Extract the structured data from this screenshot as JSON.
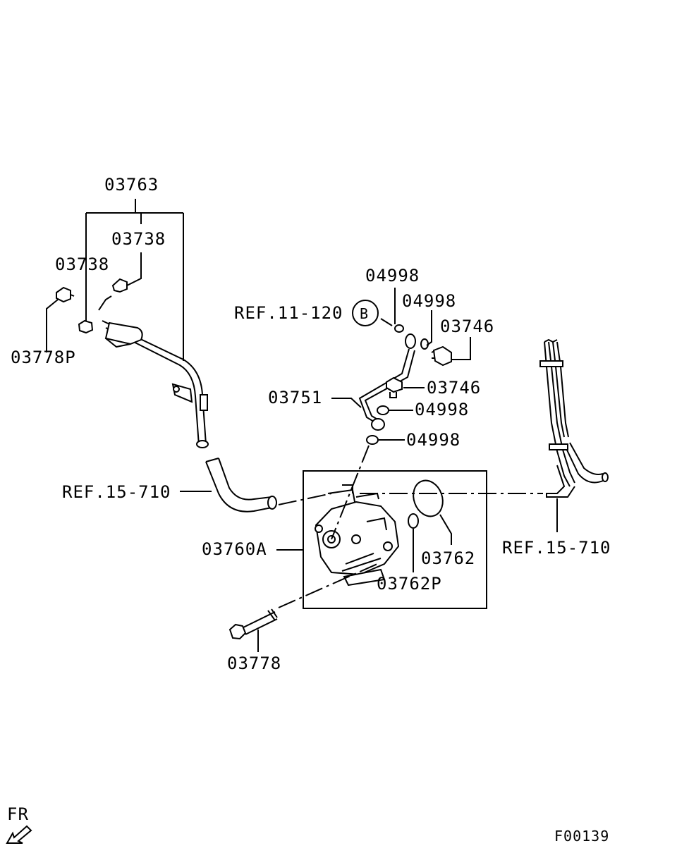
{
  "labels": {
    "p03763": "03763",
    "p03738_right": "03738",
    "p03738_left": "03738",
    "p03778P": "03778P",
    "p04998_a": "04998",
    "p04998_b": "04998",
    "p03746_a": "03746",
    "ref_11_120": "REF.11-120",
    "circle_b": "B",
    "p03751": "03751",
    "p03746_b": "03746",
    "p04998_c": "04998",
    "p04998_d": "04998",
    "ref_15_710_left": "REF.15-710",
    "p03760A": "03760A",
    "p03762": "03762",
    "p03762P": "03762P",
    "ref_15_710_right": "REF.15-710",
    "p03778": "03778",
    "fr": "FR",
    "figure_id": "F00139"
  }
}
